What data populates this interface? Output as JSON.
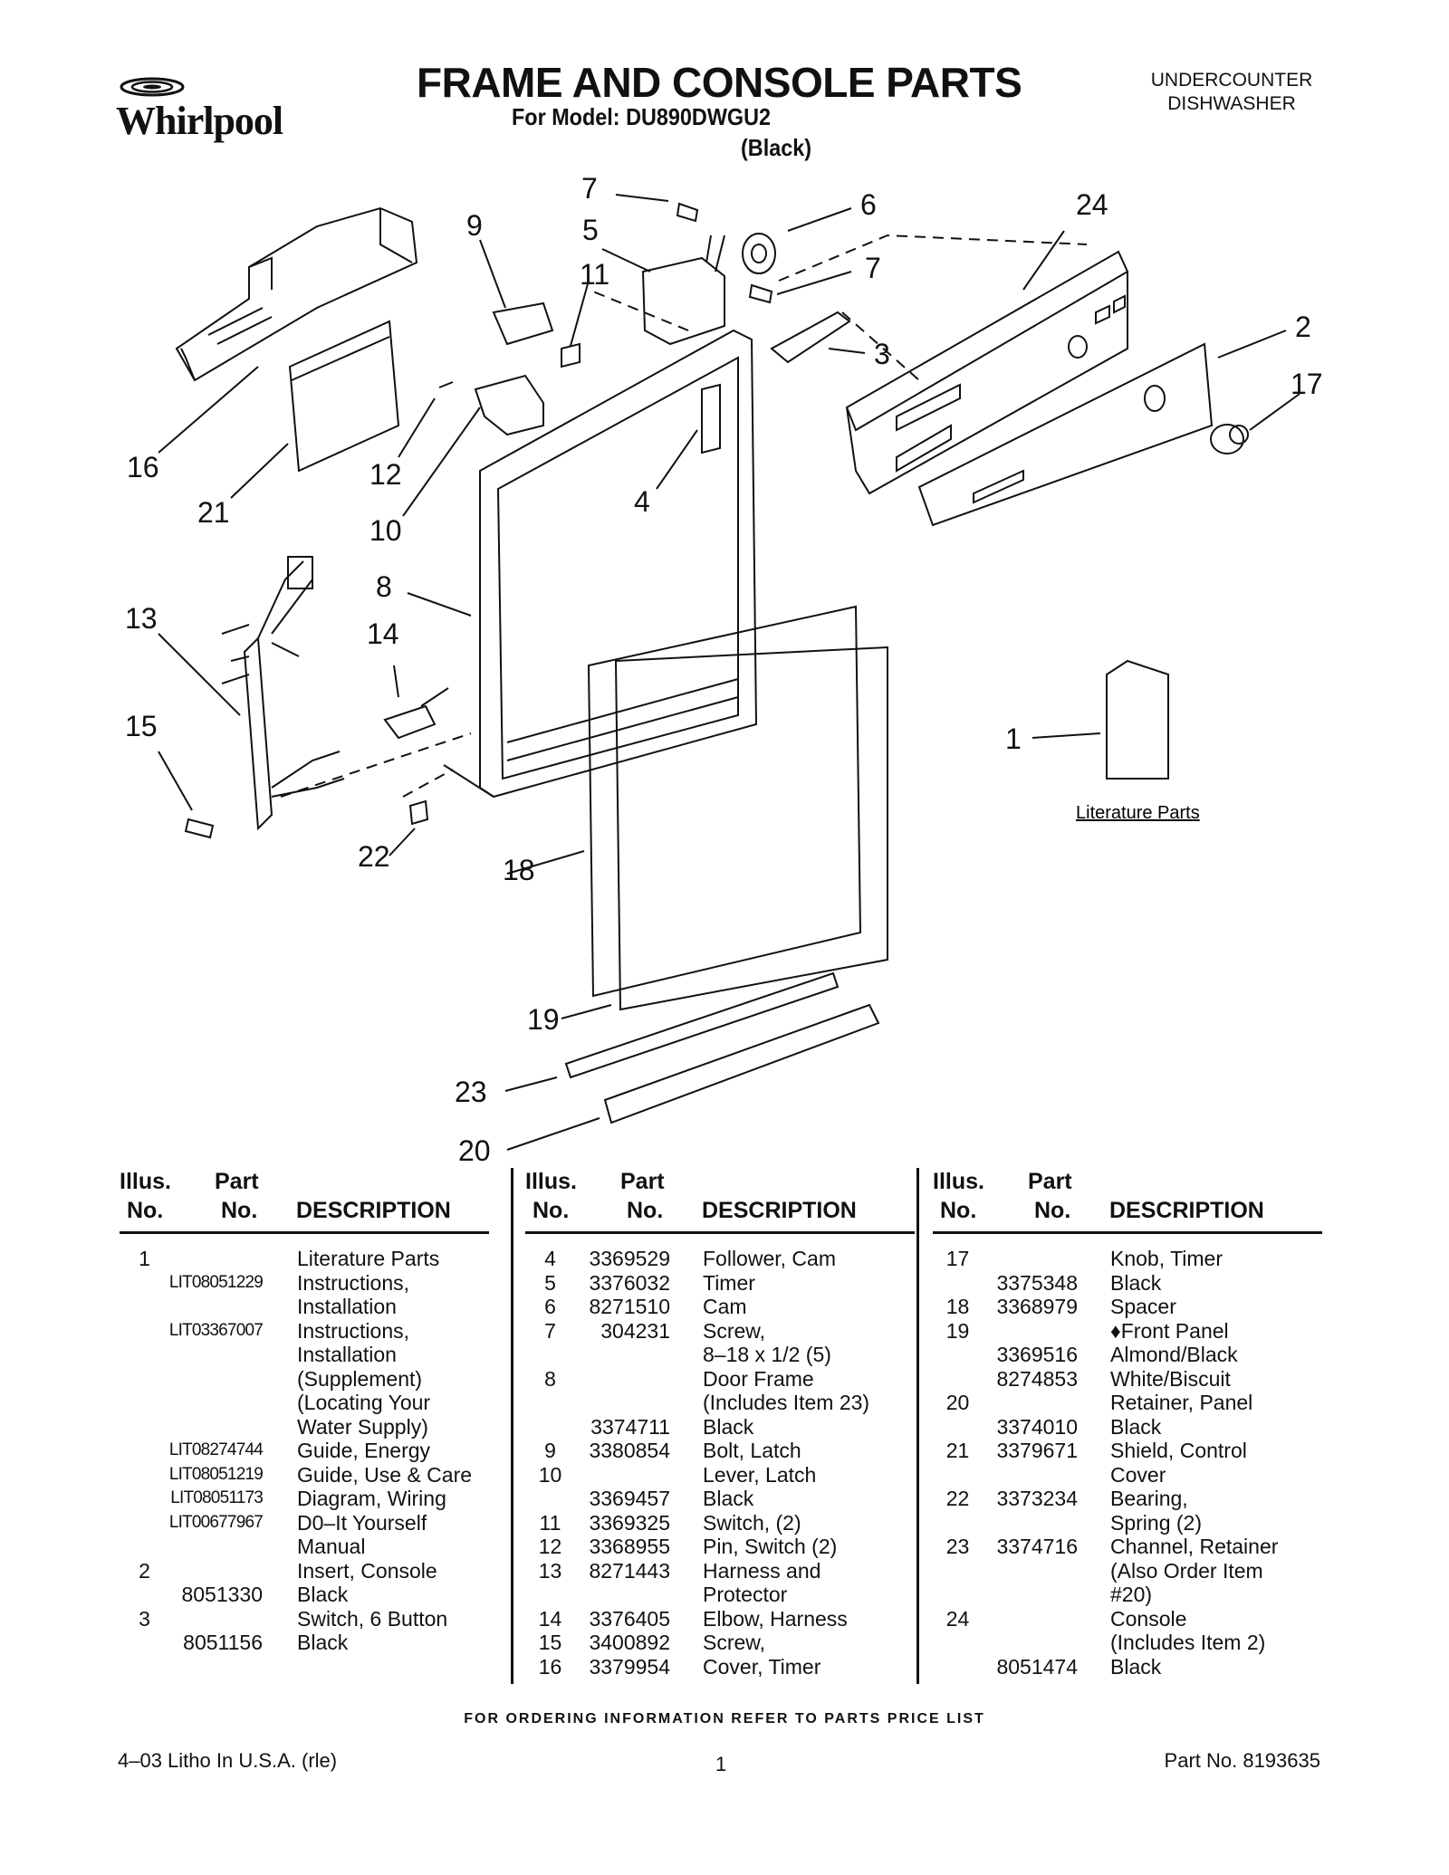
{
  "header": {
    "brand": "Whirlpool",
    "title": "FRAME AND CONSOLE PARTS",
    "model_line": "For Model: DU890DWGU2",
    "color_line": "(Black)",
    "doc_type_1": "UNDERCOUNTER",
    "doc_type_2": "DISHWASHER"
  },
  "diagram": {
    "callouts": [
      "7",
      "6",
      "24",
      "9",
      "5",
      "11",
      "7",
      "2",
      "3",
      "17",
      "16",
      "21",
      "12",
      "10",
      "4",
      "8",
      "13",
      "14",
      "1",
      "15",
      "22",
      "18",
      "19",
      "23",
      "20"
    ],
    "literature_caption": "Literature Parts"
  },
  "table": {
    "headers": {
      "illus": "Illus.",
      "no1": "No.",
      "part": "Part",
      "no2": "No.",
      "description": "DESCRIPTION"
    },
    "columns": [
      [
        {
          "n": "1",
          "p": "",
          "d": "Literature Parts"
        },
        {
          "n": "",
          "p": "LIT08051229",
          "d": "Instructions,"
        },
        {
          "n": "",
          "p": "",
          "d": "Installation"
        },
        {
          "n": "",
          "p": "LIT03367007",
          "d": "Instructions,"
        },
        {
          "n": "",
          "p": "",
          "d": "Installation"
        },
        {
          "n": "",
          "p": "",
          "d": "(Supplement)"
        },
        {
          "n": "",
          "p": "",
          "d": "(Locating Your"
        },
        {
          "n": "",
          "p": "",
          "d": "Water Supply)"
        },
        {
          "n": "",
          "p": "LIT08274744",
          "d": "Guide, Energy"
        },
        {
          "n": "",
          "p": "LIT08051219",
          "d": "Guide, Use & Care"
        },
        {
          "n": "",
          "p": "LIT08051173",
          "d": "Diagram, Wiring"
        },
        {
          "n": "",
          "p": "LIT00677967",
          "d": "D0–It Yourself"
        },
        {
          "n": "",
          "p": "",
          "d": "Manual"
        },
        {
          "n": "2",
          "p": "",
          "d": "Insert, Console"
        },
        {
          "n": "",
          "p": "8051330",
          "d": "Black"
        },
        {
          "n": "3",
          "p": "",
          "d": "Switch, 6 Button"
        },
        {
          "n": "",
          "p": "8051156",
          "d": "Black"
        }
      ],
      [
        {
          "n": "4",
          "p": "3369529",
          "d": "Follower, Cam"
        },
        {
          "n": "5",
          "p": "3376032",
          "d": "Timer"
        },
        {
          "n": "6",
          "p": "8271510",
          "d": "Cam"
        },
        {
          "n": "7",
          "p": "304231",
          "d": "Screw,"
        },
        {
          "n": "",
          "p": "",
          "d": "8–18 x 1/2 (5)"
        },
        {
          "n": "8",
          "p": "",
          "d": "Door Frame"
        },
        {
          "n": "",
          "p": "",
          "d": "(Includes Item 23)"
        },
        {
          "n": "",
          "p": "3374711",
          "d": "Black"
        },
        {
          "n": "9",
          "p": "3380854",
          "d": "Bolt, Latch"
        },
        {
          "n": "10",
          "p": "",
          "d": "Lever, Latch"
        },
        {
          "n": "",
          "p": "3369457",
          "d": "Black"
        },
        {
          "n": "11",
          "p": "3369325",
          "d": "Switch, (2)"
        },
        {
          "n": "12",
          "p": "3368955",
          "d": "Pin, Switch (2)"
        },
        {
          "n": "13",
          "p": "8271443",
          "d": "Harness and"
        },
        {
          "n": "",
          "p": "",
          "d": "Protector"
        },
        {
          "n": "14",
          "p": "3376405",
          "d": "Elbow, Harness"
        },
        {
          "n": "15",
          "p": "3400892",
          "d": "Screw,"
        },
        {
          "n": "16",
          "p": "3379954",
          "d": "Cover, Timer"
        }
      ],
      [
        {
          "n": "17",
          "p": "",
          "d": "Knob, Timer"
        },
        {
          "n": "",
          "p": "3375348",
          "d": "Black"
        },
        {
          "n": "18",
          "p": "3368979",
          "d": "Spacer"
        },
        {
          "n": "19",
          "p": "",
          "d": "♦Front Panel"
        },
        {
          "n": "",
          "p": "3369516",
          "d": "Almond/Black"
        },
        {
          "n": "",
          "p": "8274853",
          "d": "White/Biscuit"
        },
        {
          "n": "20",
          "p": "",
          "d": "Retainer, Panel"
        },
        {
          "n": "",
          "p": "3374010",
          "d": "Black"
        },
        {
          "n": "21",
          "p": "3379671",
          "d": "Shield, Control"
        },
        {
          "n": "",
          "p": "",
          "d": "Cover"
        },
        {
          "n": "22",
          "p": "3373234",
          "d": "Bearing,"
        },
        {
          "n": "",
          "p": "",
          "d": "Spring (2)"
        },
        {
          "n": "23",
          "p": "3374716",
          "d": "Channel, Retainer"
        },
        {
          "n": "",
          "p": "",
          "d": "(Also Order Item"
        },
        {
          "n": "",
          "p": "",
          "d": "#20)"
        },
        {
          "n": "24",
          "p": "",
          "d": "Console"
        },
        {
          "n": "",
          "p": "",
          "d": "(Includes Item 2)"
        },
        {
          "n": "",
          "p": "8051474",
          "d": "Black"
        }
      ]
    ]
  },
  "footer": {
    "ordering_note": "FOR ORDERING INFORMATION REFER TO PARTS PRICE LIST",
    "litho": "4–03 Litho In U.S.A. (rle)",
    "page": "1",
    "part_no": "Part No. 8193635"
  }
}
